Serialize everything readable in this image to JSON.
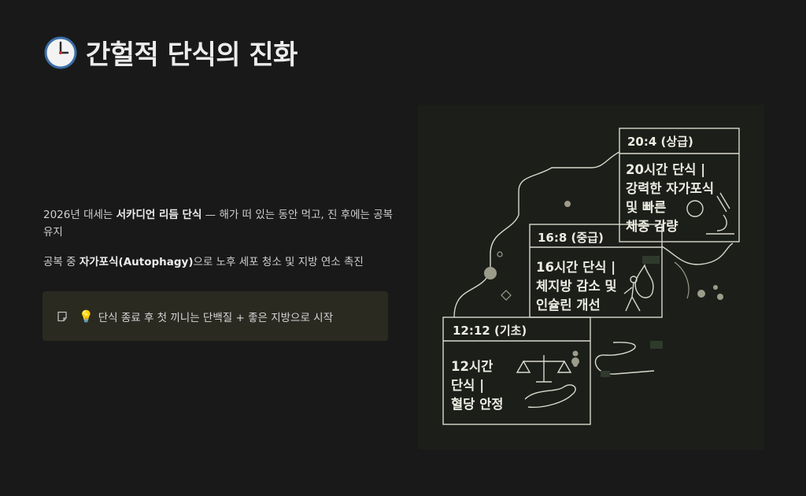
{
  "page": {
    "title_icon": "clock-icon",
    "title": "간헐적 단식의 진화"
  },
  "content": {
    "p1_a": "2026년 대세는 ",
    "p1_bold": "서카디언 리듬 단식",
    "p1_b": " — 해가 떠 있는 동안 먹고, 진 후에는 공복 유지",
    "p2_a": "공복 중 ",
    "p2_bold": "자가포식(Autophagy)",
    "p2_b": "으로 노후 세포 청소 및 지방 연소 촉진"
  },
  "callout": {
    "icon": "note-icon",
    "emoji": "💡",
    "text": "단식 종료 후 첫 끼니는 단백질 + 좋은 지방으로 시작"
  },
  "illustration": {
    "steps": [
      {
        "label": "12:12 (기초)",
        "lines": [
          "12시간",
          "단식 |",
          "혈당 안정"
        ],
        "icon": "scale-hand-icon"
      },
      {
        "label": "16:8 (중급)",
        "lines": [
          "16시간 단식 |",
          "체지방 감소 및",
          "인슐린 개선"
        ],
        "icon": "fire-runner-icon"
      },
      {
        "label": "20:4 (상급)",
        "lines": [
          "20시간 단식 |",
          "강력한 자가포식",
          "및 빠른",
          "체중 감량"
        ],
        "icon": "microscope-icon"
      }
    ],
    "stroke_color": "#d9d9cc",
    "accent_color": "#9c9c8a"
  }
}
